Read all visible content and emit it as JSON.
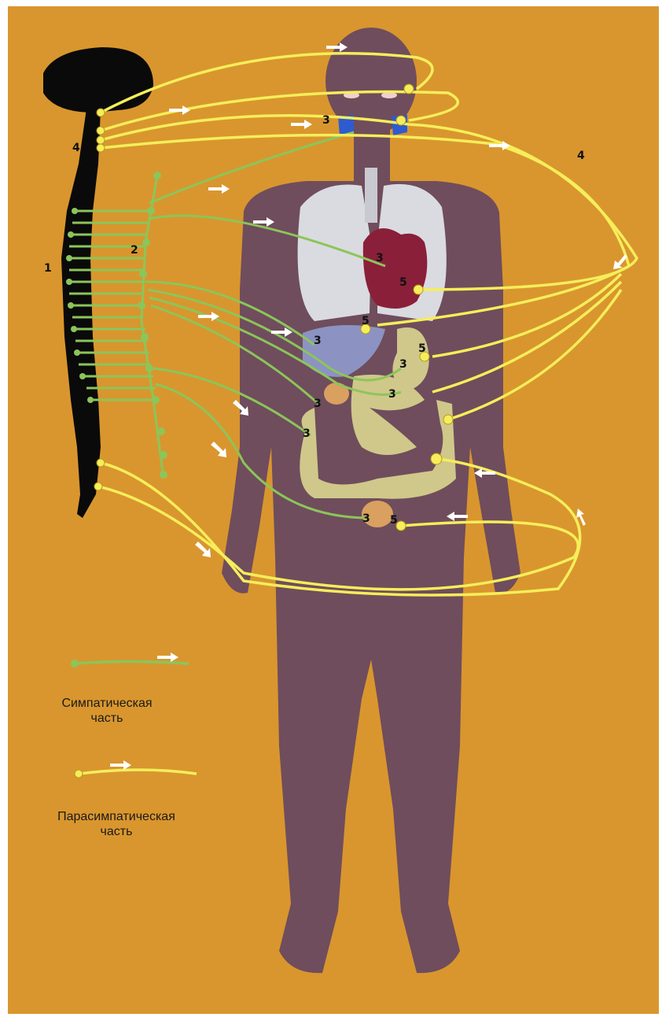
{
  "colors": {
    "background": "#d9962e",
    "body": "#6f4d5c",
    "spine": "#0a0a0a",
    "sympathetic": "#8cc55a",
    "parasympathetic": "#f5ee5a",
    "lungs": "#d9dbe0",
    "heart": "#8a1f3a",
    "liver": "#8c93c2",
    "intestine": "#cfc88a",
    "gland": "#2e5bd0"
  },
  "figure_numbers": {
    "n1": "1",
    "n2": "2",
    "n3_eye": "3",
    "n4_top": "4",
    "n4_right": "4",
    "n3_heart": "3",
    "n5_heart": "5",
    "n5_liver_top": "5",
    "n3_liver": "3",
    "n5_stomach": "5",
    "n3_stomach": "3",
    "n3_pancreas": "3",
    "n3_kidney": "3",
    "n3_colon": "3",
    "n3_bladder": "3",
    "n5_bladder": "5"
  },
  "legend": {
    "sympathetic_line1": "Симпатическая",
    "sympathetic_line2": "часть",
    "parasympathetic_line1": "Парасимпатическая",
    "parasympathetic_line2": "часть"
  }
}
